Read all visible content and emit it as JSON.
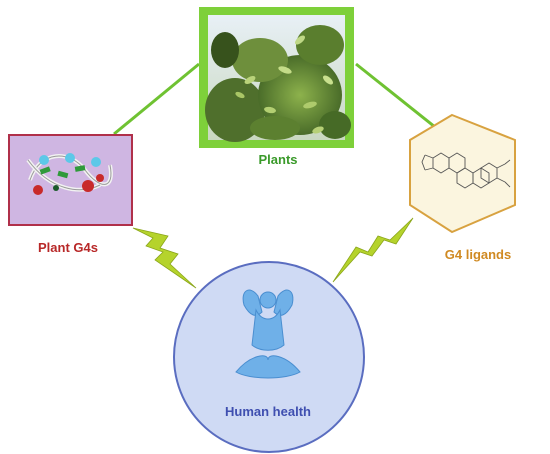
{
  "nodes": {
    "plants": {
      "label": "Plants",
      "color": "#3a9a2a"
    },
    "plant_g4s": {
      "label": "Plant G4s",
      "color": "#b82828"
    },
    "g4_ligands": {
      "label": "G4 ligands",
      "color": "#d08a22"
    },
    "human_health": {
      "label": "Human health",
      "color": "#3f4fb0"
    }
  },
  "colors": {
    "connector": "#6fc232",
    "lightning": "#b5d32c",
    "circle_fill": "#cfdaf4",
    "circle_stroke": "#5a6dc0",
    "g4_box_fill": "#cfb6e2",
    "g4_box_stroke": "#b0304a",
    "hexagon_fill": "#fbf5df",
    "hexagon_stroke": "#d8a240",
    "plants_frame": "#7ed03a"
  },
  "icons": {
    "plants": "plant-photo",
    "plant_g4s": "g-quadruplex-structure",
    "g4_ligands": "ligand-molecule-structure",
    "human_health": "meditating-person-icon"
  }
}
